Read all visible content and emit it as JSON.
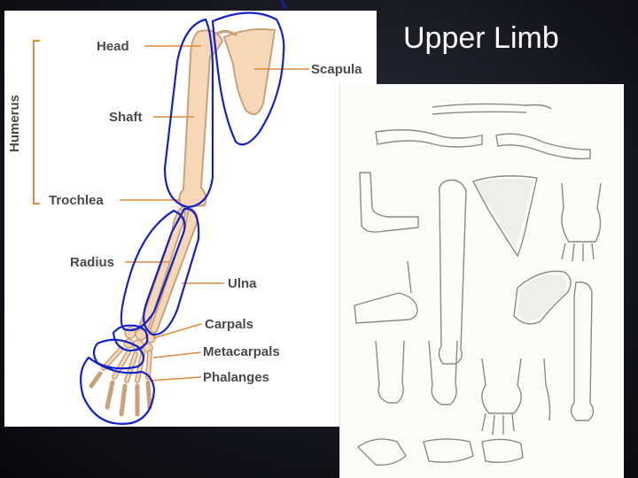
{
  "slide": {
    "title": "Upper Limb"
  },
  "diagram": {
    "labels": {
      "humerus": "Humerus",
      "head": "Head",
      "shaft": "Shaft",
      "trochlea": "Trochlea",
      "scapula": "Scapula",
      "radius": "Radius",
      "ulna": "Ulna",
      "carpals": "Carpals",
      "metacarpals": "Metacarpals",
      "phalanges": "Phalanges"
    }
  },
  "colors": {
    "background": "#14151c",
    "title_text": "#ffffff",
    "bone_fill": "#f6d8b8",
    "bone_outline": "#c9a27a",
    "leader_line": "#e08a3a",
    "annotation_pen": "#1420c8",
    "label_text": "#4a4a4a"
  }
}
